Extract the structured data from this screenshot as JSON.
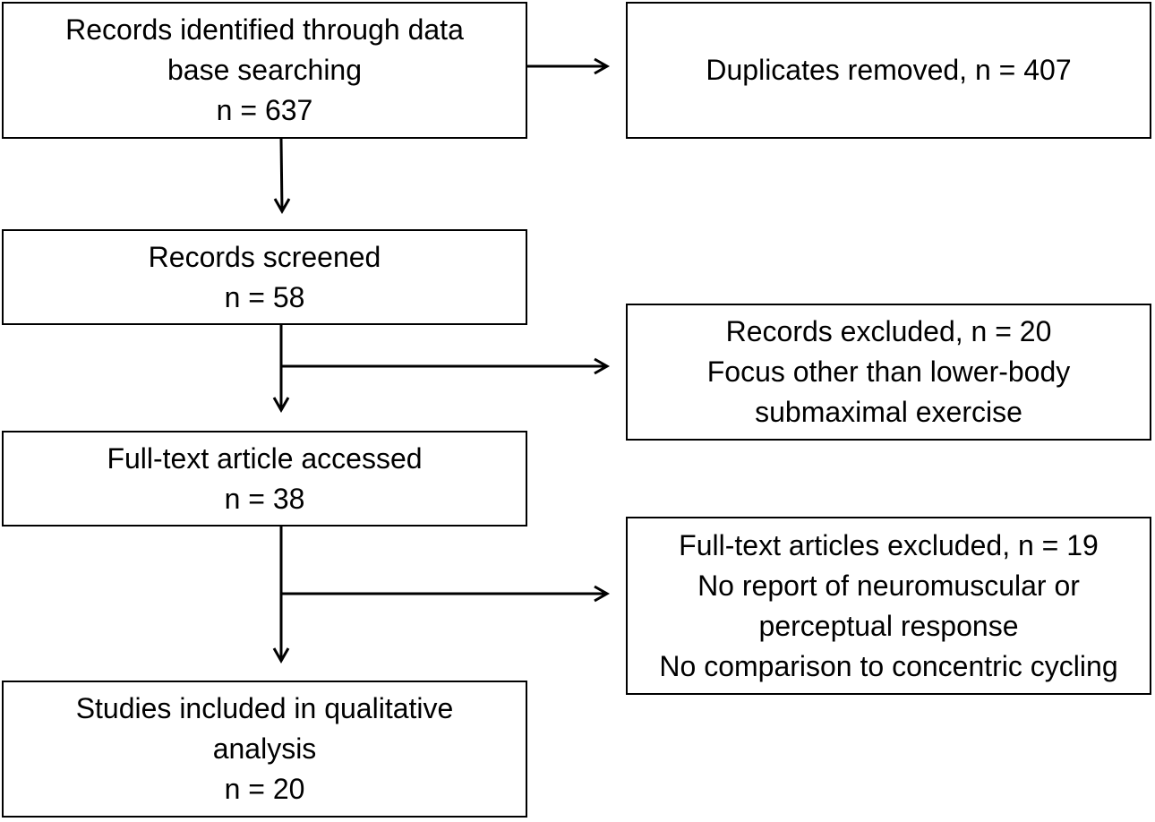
{
  "flowchart": {
    "identified": {
      "lines": [
        "Records identified through data",
        "base searching",
        "n = 637"
      ]
    },
    "duplicates": {
      "lines": [
        "Duplicates removed, n = 407"
      ]
    },
    "screened": {
      "lines": [
        "Records screened",
        "n = 58"
      ]
    },
    "records_excluded": {
      "lines": [
        "Records excluded, n = 20",
        "Focus other than lower-body",
        "submaximal exercise"
      ]
    },
    "fulltext": {
      "lines": [
        "Full-text article accessed",
        "n = 38"
      ]
    },
    "fulltext_excluded": {
      "lines": [
        "Full-text articles excluded, n = 19",
        "No report of neuromuscular or",
        "perceptual response",
        "No comparison to concentric cycling"
      ]
    },
    "included": {
      "lines": [
        "Studies included in qualitative",
        "analysis",
        "n = 20"
      ]
    },
    "colors": {
      "stroke": "#000000",
      "background": "#ffffff"
    }
  }
}
